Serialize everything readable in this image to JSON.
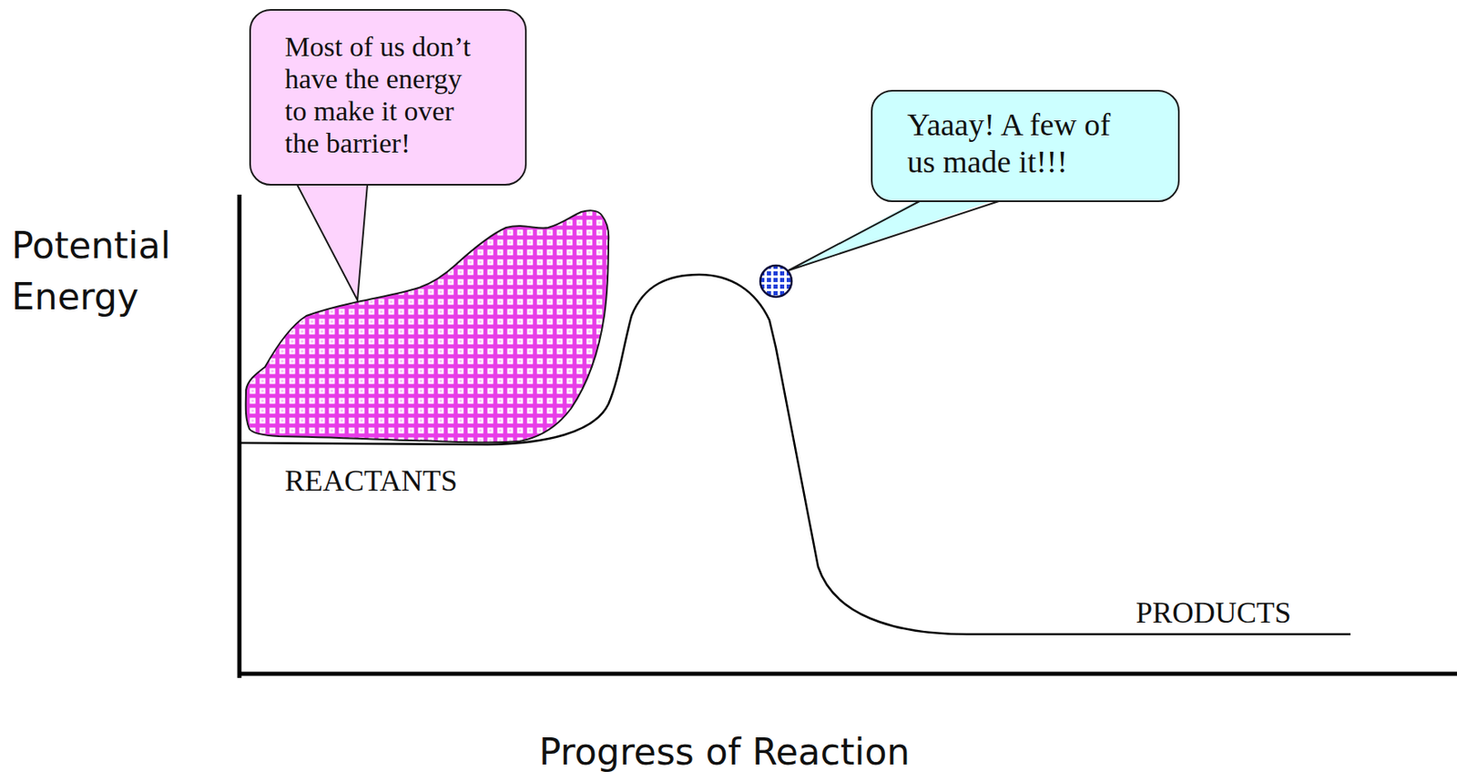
{
  "diagram": {
    "nodes": [
      {
        "text": [
          "Most of us don’t have the energy to make it over the barrier!"
        ]
      },
      {
        "text": [
          "Yaaay! A few of us made it!!!"
        ]
      }
    ],
    "labels": [
      "Potential Energy",
      "REACTANTS",
      "PRODUCTS",
      "Progress of Reaction"
    ]
  }
}
